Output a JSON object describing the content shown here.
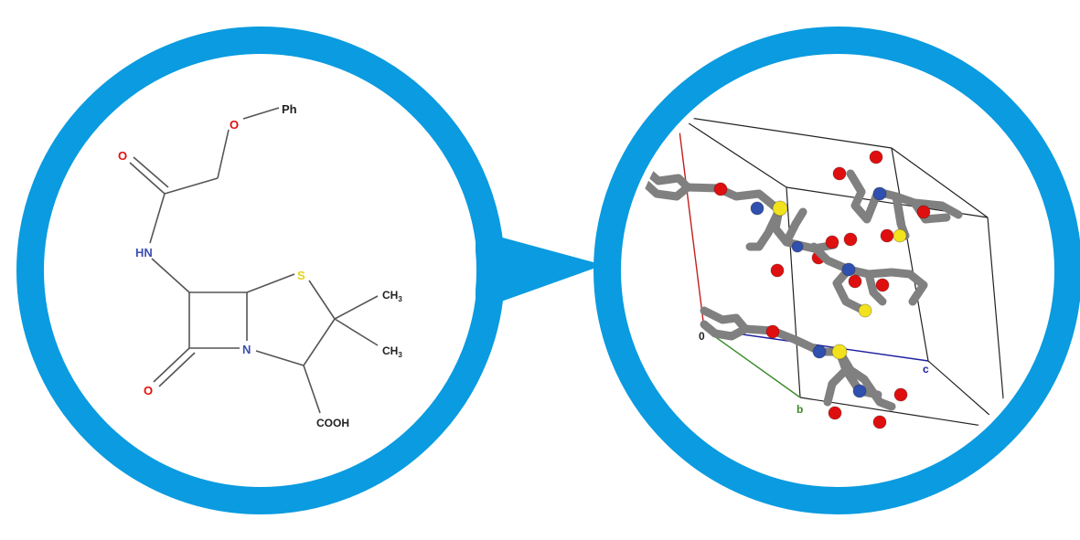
{
  "colors": {
    "ring": "#0a9be0",
    "bond": "#555555",
    "oxygen": "#e01010",
    "nitrogen": "#3a4fb0",
    "sulfur": "#e6d21a",
    "carbon_text": "#222222",
    "atom_grey": "#808080",
    "atom_red": "#e00f0f",
    "atom_blue": "#3050b0",
    "atom_yellow": "#f2e21e",
    "cell_edge": "#222222",
    "axis_a": "#c02020",
    "axis_b": "#3a8a2a",
    "axis_c": "#2020a0"
  },
  "structure_2d": {
    "labels": {
      "ph": "Ph",
      "o_ether": "O",
      "o_amide": "O",
      "nh": "HN",
      "s": "S",
      "ch3_top": "CH",
      "ch3_bottom": "CH",
      "sub3": "3",
      "n_ring": "N",
      "o_lactam": "O",
      "cooh": "COOH"
    }
  },
  "crystal_3d": {
    "axis_labels": {
      "origin": "0",
      "b": "b",
      "c": "c"
    }
  }
}
